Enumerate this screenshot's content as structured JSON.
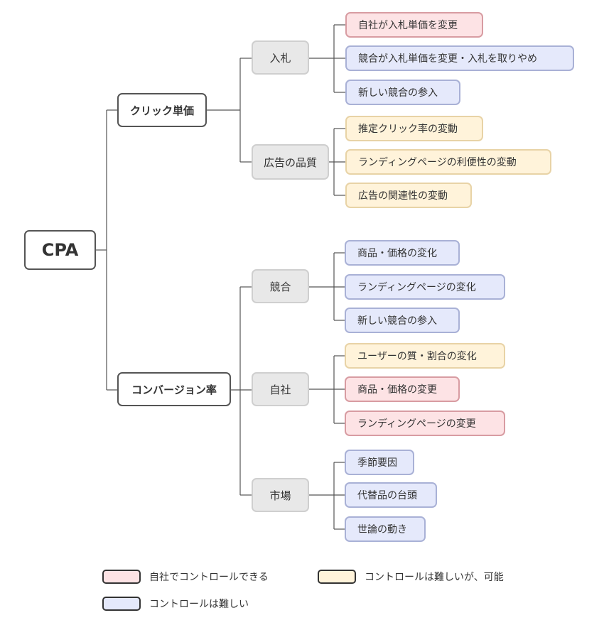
{
  "root": {
    "label": "CPA"
  },
  "branches": {
    "click": {
      "label": "クリック単価",
      "bid": {
        "label": "入札",
        "leaves": [
          "自社が入札単価を変更",
          "競合が入札単価を変更・入札を取りやめ",
          "新しい競合の参入"
        ]
      },
      "quality": {
        "label": "広告の品質",
        "leaves": [
          "推定クリック率の変動",
          "ランディングページの利便性の変動",
          "広告の関連性の変動"
        ]
      }
    },
    "conversion": {
      "label": "コンバージョン率",
      "competitor": {
        "label": "競合",
        "leaves": [
          "商品・価格の変化",
          "ランディングページの変化",
          "新しい競合の参入"
        ]
      },
      "own": {
        "label": "自社",
        "leaves": [
          "ユーザーの質・割合の変化",
          "商品・価格の変更",
          "ランディングページの変更"
        ]
      },
      "market": {
        "label": "市場",
        "leaves": [
          "季節要因",
          "代替品の台頭",
          "世論の動き"
        ]
      }
    }
  },
  "legend": {
    "controllable": "自社でコントロールできる",
    "difficult_possible": "コントロールは難しいが、可能",
    "difficult": "コントロールは難しい"
  },
  "colors": {
    "controllable": "#fde3e5",
    "difficult_possible": "#fff3da",
    "difficult": "#e5e9fb",
    "line": "#555555"
  }
}
